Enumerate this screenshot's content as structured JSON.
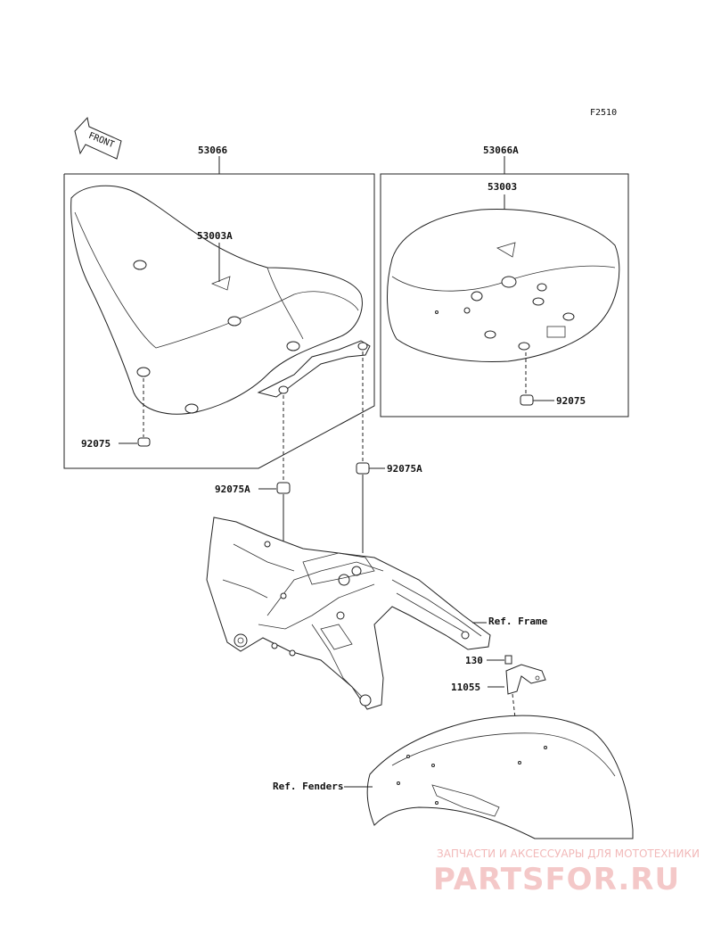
{
  "figure_code": "F2510",
  "front_label": "FRONT",
  "labels": {
    "seat_assy": "53066",
    "seat_assy_a": "53066A",
    "seat_cover_a": "53003A",
    "seat_cover": "53003",
    "damper_left": "92075",
    "damper_right": "92075",
    "damper_a_left": "92075A",
    "damper_a_right": "92075A",
    "ref_frame": "Ref. Frame",
    "bolt": "130",
    "bracket": "11055",
    "ref_fenders": "Ref. Fenders"
  },
  "watermark": {
    "top": "ЗАПЧАСТИ И АКСЕССУАРЫ ДЛЯ МОТОТЕХНИКИ",
    "brand": "PARTSFOR.RU"
  }
}
